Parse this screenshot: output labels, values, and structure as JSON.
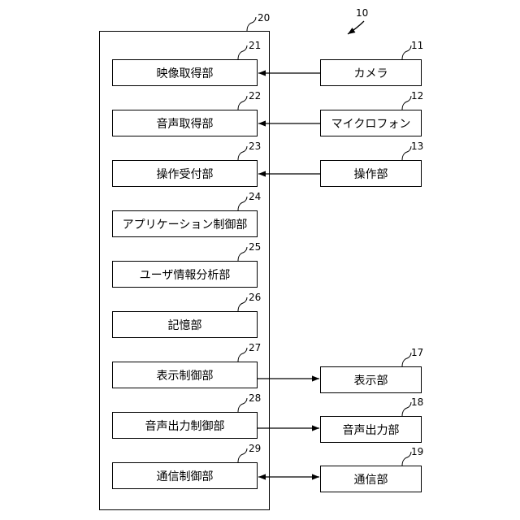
{
  "system_ref": "10",
  "container_ref": "20",
  "blocks": [
    {
      "ref": "21",
      "label": "映像取得部"
    },
    {
      "ref": "22",
      "label": "音声取得部"
    },
    {
      "ref": "23",
      "label": "操作受付部"
    },
    {
      "ref": "24",
      "label": "アプリケーション制御部"
    },
    {
      "ref": "25",
      "label": "ユーザ情報分析部"
    },
    {
      "ref": "26",
      "label": "記憶部"
    },
    {
      "ref": "27",
      "label": "表示制御部"
    },
    {
      "ref": "28",
      "label": "音声出力制御部"
    },
    {
      "ref": "29",
      "label": "通信制御部"
    }
  ],
  "devices": [
    {
      "ref": "11",
      "label": "カメラ",
      "connects_to": "21",
      "direction": "to-container"
    },
    {
      "ref": "12",
      "label": "マイクロフォン",
      "connects_to": "22",
      "direction": "to-container"
    },
    {
      "ref": "13",
      "label": "操作部",
      "connects_to": "23",
      "direction": "to-container"
    },
    {
      "ref": "17",
      "label": "表示部",
      "connects_to": "27",
      "direction": "from-container"
    },
    {
      "ref": "18",
      "label": "音声出力部",
      "connects_to": "28",
      "direction": "from-container"
    },
    {
      "ref": "19",
      "label": "通信部",
      "connects_to": "29",
      "direction": "bidirectional"
    }
  ]
}
